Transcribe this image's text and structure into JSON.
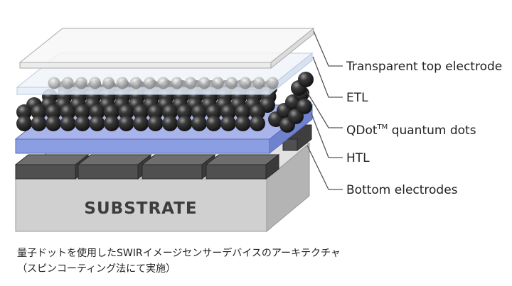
{
  "labels": {
    "top_electrode": "Transparent top electrode",
    "etl": "ETL",
    "qdot_prefix": "QDot",
    "qdot_sup": "TM",
    "qdot_suffix": " quantum dots",
    "htl": "HTL",
    "bottom_electrodes": "Bottom electrodes"
  },
  "substrate_label": "SUBSTRATE",
  "caption": {
    "line1": "量子ドットを使用したSWIRイメージセンサーデバイスのアーキテクチャ",
    "line2": "（スピンコーティング法にて実施）"
  },
  "colors": {
    "substrate": "#d4d4d4",
    "electrode": "#505050",
    "htl": "#8c9ee2",
    "etl": "#e6edf7",
    "top_electrode": "#f4f4f4",
    "quantum_dot": "#1c1c1c"
  }
}
